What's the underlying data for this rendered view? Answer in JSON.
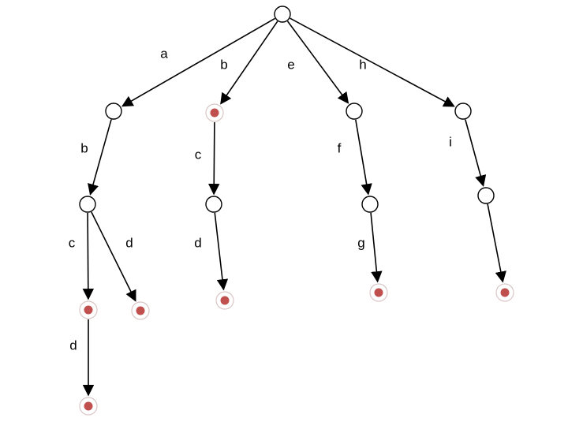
{
  "diagram": {
    "type": "trie",
    "colors": {
      "line": "#000000",
      "end_marker": "#c0504d",
      "background": "#ffffff"
    },
    "nodes": [
      {
        "id": "root",
        "terminal": false
      },
      {
        "id": "a",
        "terminal": false
      },
      {
        "id": "ab",
        "terminal": false
      },
      {
        "id": "abc",
        "terminal": true
      },
      {
        "id": "abcd",
        "terminal": true
      },
      {
        "id": "abd",
        "terminal": true
      },
      {
        "id": "b",
        "terminal": true
      },
      {
        "id": "bc",
        "terminal": false
      },
      {
        "id": "bcd",
        "terminal": true
      },
      {
        "id": "e",
        "terminal": false
      },
      {
        "id": "ef",
        "terminal": false
      },
      {
        "id": "efg",
        "terminal": true
      },
      {
        "id": "h",
        "terminal": false
      },
      {
        "id": "hi",
        "terminal": false
      },
      {
        "id": "hij",
        "terminal": true
      }
    ],
    "edges": [
      {
        "from": "root",
        "to": "a",
        "label": "a"
      },
      {
        "from": "root",
        "to": "b",
        "label": "b"
      },
      {
        "from": "root",
        "to": "e",
        "label": "e"
      },
      {
        "from": "root",
        "to": "h",
        "label": "h"
      },
      {
        "from": "a",
        "to": "ab",
        "label": "b"
      },
      {
        "from": "ab",
        "to": "abc",
        "label": "c"
      },
      {
        "from": "ab",
        "to": "abd",
        "label": "d"
      },
      {
        "from": "abc",
        "to": "abcd",
        "label": "d"
      },
      {
        "from": "b",
        "to": "bc",
        "label": "c"
      },
      {
        "from": "bc",
        "to": "bcd",
        "label": "d"
      },
      {
        "from": "e",
        "to": "ef",
        "label": "f"
      },
      {
        "from": "ef",
        "to": "efg",
        "label": "g"
      },
      {
        "from": "h",
        "to": "hi",
        "label": "i"
      },
      {
        "from": "hi",
        "to": "hij",
        "label": ""
      }
    ]
  }
}
